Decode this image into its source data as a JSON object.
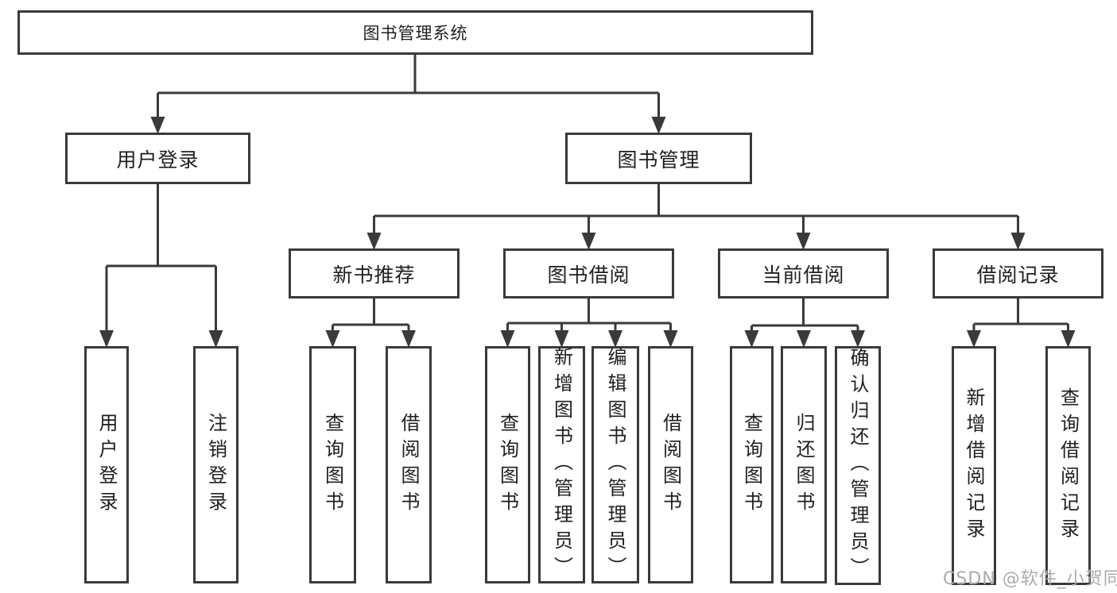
{
  "diagram": {
    "title": "图书管理系统",
    "nodes": {
      "root": "图书管理系统",
      "user_login": "用户登录",
      "book_mgmt": "图书管理",
      "new_book_rec": "新书推荐",
      "book_borrow": "图书借阅",
      "current_borrow": "当前借阅",
      "borrow_records": "借阅记录"
    },
    "leaves": {
      "user_login_leaf": "用户登录",
      "logout": "注销登录",
      "query_books_rec": "查询图书",
      "borrow_books_rec": "借阅图书",
      "query_books_borrow": "查询图书",
      "add_books_admin": "新增图书（管理员）",
      "edit_books_admin": "编辑图书（管理员）",
      "borrow_books_borrow": "借阅图书",
      "query_books_current": "查询图书",
      "return_books": "归还图书",
      "confirm_return_admin": "确认归还（管理员）",
      "add_borrow_record": "新增借阅记录",
      "query_borrow_record": "查询借阅记录"
    },
    "colors": {
      "line": "#3a3a3a",
      "text": "#1f1f1f",
      "background": "#ffffff",
      "watermark_color": "#ababab"
    }
  },
  "watermark": "CSDN @软件_小贺同学"
}
